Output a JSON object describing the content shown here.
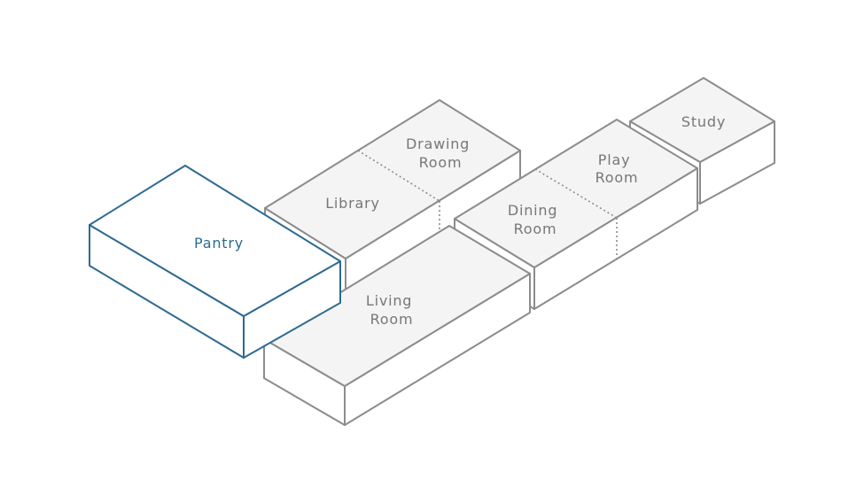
{
  "rooms": {
    "pantry": {
      "lines": [
        "Pantry"
      ],
      "highlighted": true
    },
    "library": {
      "lines": [
        "Library"
      ]
    },
    "drawing_room": {
      "lines": [
        "Drawing",
        "Room"
      ]
    },
    "living_room": {
      "lines": [
        "Living",
        "Room"
      ]
    },
    "dining_room": {
      "lines": [
        "Dining",
        "Room"
      ]
    },
    "play_room": {
      "lines": [
        "Play",
        "Room"
      ]
    },
    "study": {
      "lines": [
        "Study"
      ]
    }
  },
  "colors": {
    "highlight": "#2d6a92",
    "outline": "#8c8c8c",
    "top_fill": "#f4f4f4",
    "text": "#777777"
  }
}
